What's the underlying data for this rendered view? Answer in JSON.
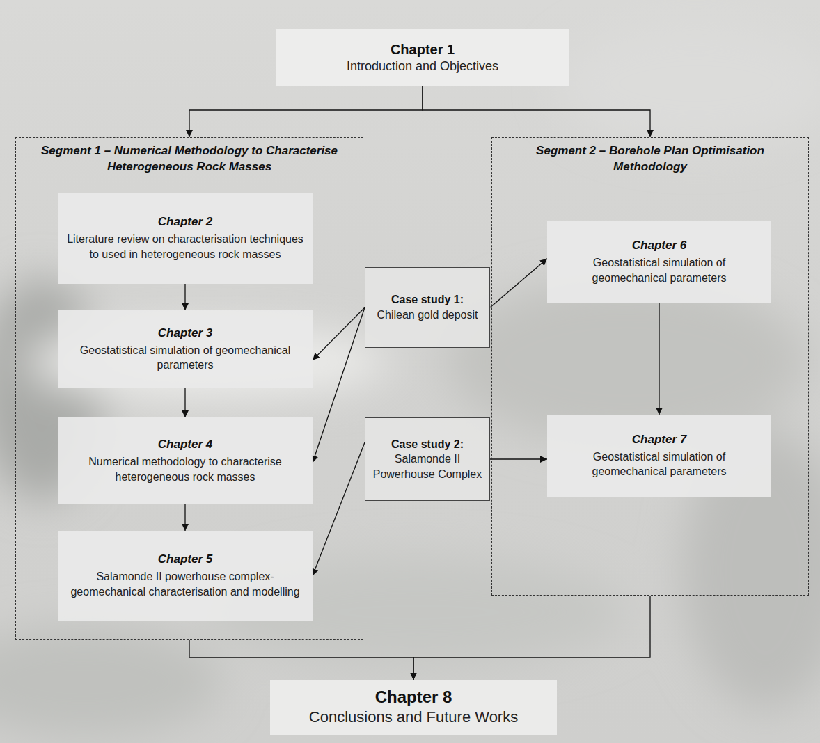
{
  "diagram": {
    "nodes": [
      {
        "text": [
          "Chapter 1",
          "Introduction and Objectives"
        ]
      },
      {
        "text": [
          "Segment 1 – Numerical Methodology to Characterise Heterogeneous Rock Masses"
        ]
      },
      {
        "text": [
          "Chapter 2",
          "Literature review on characterisation techniques to used in heterogeneous rock masses"
        ],
        "in": 1
      },
      {
        "text": [
          "Chapter 3",
          "Geostatistical simulation of geomechanical parameters"
        ],
        "in": 1
      },
      {
        "text": [
          "Chapter 4",
          "Numerical methodology to characterise heterogeneous rock masses"
        ],
        "in": 1
      },
      {
        "text": [
          "Chapter 5",
          "Salamonde II powerhouse complex- geomechanical characterisation and modelling"
        ],
        "in": 1
      },
      {
        "text": [
          "Case study 1:",
          "Chilean gold deposit"
        ]
      },
      {
        "text": [
          "Case study 2:",
          "Salamonde II Powerhouse Complex"
        ]
      },
      {
        "text": [
          "Segment 2 – Borehole Plan Optimisation Methodology"
        ]
      },
      {
        "text": [
          "Chapter 6",
          "Geostatistical simulation of geomechanical parameters"
        ],
        "in": 8
      },
      {
        "text": [
          "Chapter 7",
          "Geostatistical simulation of geomechanical parameters"
        ],
        "in": 8
      },
      {
        "text": [
          "Chapter 8",
          "Conclusions and Future Works"
        ]
      }
    ],
    "edges": [
      {
        "from": 0,
        "to": 1,
        "arrow": "to"
      },
      {
        "from": 0,
        "to": 8,
        "arrow": "to"
      },
      {
        "from": 2,
        "to": 3,
        "arrow": "to"
      },
      {
        "from": 3,
        "to": 4,
        "arrow": "to"
      },
      {
        "from": 4,
        "to": 5,
        "arrow": "to"
      },
      {
        "from": 6,
        "to": 3,
        "arrow": "to"
      },
      {
        "from": 6,
        "to": 4,
        "arrow": "to"
      },
      {
        "from": 6,
        "to": 9,
        "arrow": "to"
      },
      {
        "from": 7,
        "to": 5,
        "arrow": "to"
      },
      {
        "from": 7,
        "to": 10,
        "arrow": "to"
      },
      {
        "from": 9,
        "to": 10,
        "arrow": "to"
      },
      {
        "from": 1,
        "to": 11,
        "arrow": "to"
      },
      {
        "from": 8,
        "to": 11,
        "arrow": "to"
      }
    ]
  }
}
